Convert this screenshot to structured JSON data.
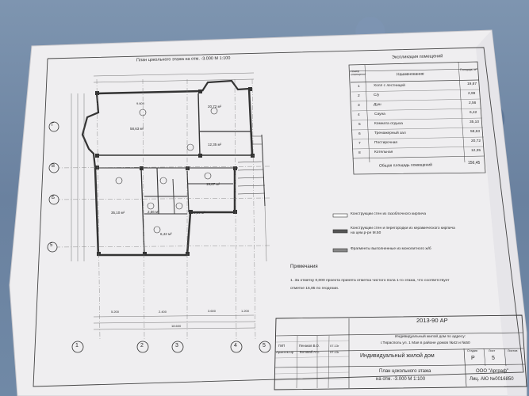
{
  "plan_title": "План цокольного этажа на отм. -3.000 М 1:100",
  "explication": {
    "title": "Экспликация помещений",
    "columns": {
      "num": "Номер помещения",
      "name": "Наименование",
      "area": "Площадь, м²"
    },
    "rows": [
      {
        "num": "1",
        "name": "Холл с лестницей",
        "area": "19,87"
      },
      {
        "num": "2",
        "name": "С/у",
        "area": "2,99"
      },
      {
        "num": "3",
        "name": "Душ",
        "area": "2,56"
      },
      {
        "num": "4",
        "name": "Сауна",
        "area": "6,42"
      },
      {
        "num": "5",
        "name": "Комната отдыха",
        "area": "35,10"
      },
      {
        "num": "6",
        "name": "Тренажерный зал",
        "area": "58,63"
      },
      {
        "num": "7",
        "name": "Постирочная",
        "area": "20,72"
      },
      {
        "num": "8",
        "name": "Котельная",
        "area": "12,35"
      }
    ],
    "total_label": "Общая площадь помещений",
    "total_value": "156,45"
  },
  "legend": {
    "item1": "Конструкции стен из газоблочного кирпича",
    "item2": "Конструкции стен и перегородки из керамического кирпича на цем.р-ре М.50",
    "item3": "Фрагменты выполненные из монолитного ж/б"
  },
  "notes": {
    "title": "Примечания",
    "text1": "1. За отметку 0,000 проекта принята отметка чистого пола 1-го этажа, что соответствует",
    "text2": "отметке 15,85 по геодезии."
  },
  "stamp": {
    "code": "2013-90 АР",
    "project_desc1": "Индивидуальный жилой дом по адресу:",
    "project_desc2": "г.Тирасполь ул. 1 Мая в районе домов №42 и №50",
    "gip_role": "ГИП",
    "gip_name": "Пенаков В.О.",
    "arch_role": "Архитектор",
    "arch_name": "Ботоваб А.С.",
    "date1": "07.13г",
    "date2": "07.13г",
    "object_name": "Индивидуальный жилой дом",
    "stage_header": "Стадия",
    "sheet_header": "Лист",
    "sheets_header": "Листов",
    "stage": "Р",
    "sheet": "5",
    "sheet_name1": "План цокольного этажа",
    "sheet_name2": "на отм. -3.000 М 1:100",
    "company": "ООО \"Арграф\"",
    "license": "Лиц. АЮ №0016850"
  },
  "plan_labels": {
    "room_large": "58,63 м²",
    "room_b": "20,72 м²",
    "room_c": "12,35 м²",
    "room_d": "35,10 м²",
    "room_e": "19,87 м²",
    "room_f": "6,42 м²",
    "room_g": "2,99 м²",
    "room_h": "2,56 м²",
    "dim_1": "9.600",
    "dim_2": "5.200",
    "dim_3": "2.400",
    "dim_4": "3.600",
    "dim_5": "1.200",
    "dim_6": "18.600"
  },
  "axes": {
    "bottom": [
      "1",
      "2",
      "3",
      "4",
      "5"
    ],
    "left": [
      "Г",
      "В",
      "Б",
      "А"
    ],
    "left_num": "5"
  }
}
